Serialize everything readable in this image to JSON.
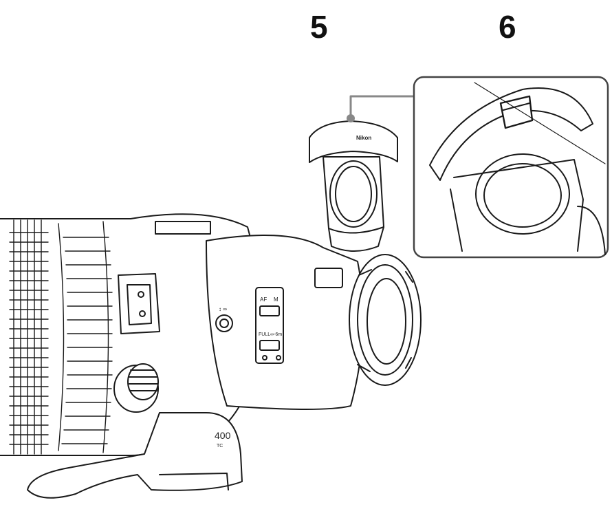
{
  "callouts": [
    {
      "id": "5",
      "label": "5"
    },
    {
      "id": "6",
      "label": "6"
    }
  ],
  "markings": {
    "focus_limit_symbol": "↕ ∞",
    "switch_af_label": "AF",
    "switch_m_label": "M",
    "switch_full_label": "FULL",
    "switch_range_label": "∞-6m",
    "tripod_model": "400",
    "tripod_sub": "TC",
    "filter_brand": "Nikon"
  },
  "colors": {
    "line": "#1a1a1a",
    "background": "#ffffff",
    "inset_border": "#444444",
    "pointer": "#888888"
  }
}
